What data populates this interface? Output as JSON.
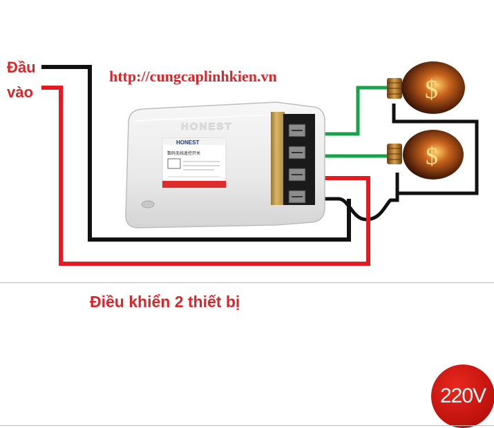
{
  "labels": {
    "input_line1": "Đầu",
    "input_line2": "vào",
    "url": "http://cungcaplinhkien.vn",
    "caption": "Điều khiển 2 thiết bị",
    "voltage": "220V"
  },
  "device": {
    "brand": "HONEST",
    "label_brand": "HONEST",
    "label_text": "数码无线遥控开关"
  },
  "colors": {
    "live_wire": "#e5191f",
    "neutral_wire": "#111111",
    "load_wire": "#16a34a",
    "label_text": "#d9262b",
    "badge": "#d1150f",
    "module_body": "#ececec",
    "terminal_block": "#c9a24a"
  },
  "icons": [
    "light-bulb-icon",
    "light-bulb-icon",
    "dollar-filament-icon"
  ]
}
